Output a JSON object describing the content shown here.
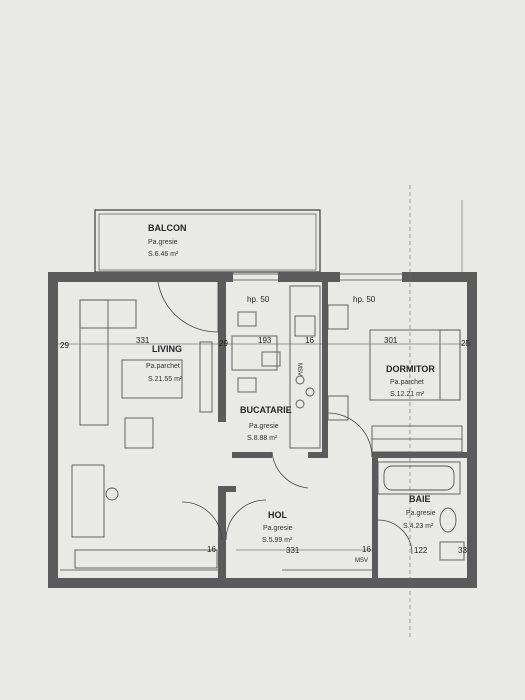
{
  "rooms": {
    "balcon": {
      "name": "BALCON",
      "finish": "Pa.gresie",
      "area": "S.6.46 m²"
    },
    "living": {
      "name": "LIVING",
      "finish": "Pa.parchet",
      "area": "S.21.55 m²"
    },
    "bucatarie": {
      "name": "BUCATARIE",
      "finish": "Pa.gresie",
      "area": "S.8.88 m²"
    },
    "dormitor": {
      "name": "DORMITOR",
      "finish": "Pa.parchet",
      "area": "S.12.21 m²"
    },
    "baie": {
      "name": "BAIE",
      "finish": "Pa.gresie",
      "area": "S.4.23 m²"
    },
    "hol": {
      "name": "HOL",
      "finish": "Pa.gresie",
      "area": "S.5.99 m²"
    }
  },
  "dimensions": {
    "d29_left": "29",
    "d331_living": "331",
    "d29_mid": "29",
    "d193_kitchen": "193",
    "d16_kitchen": "16",
    "d301_bed": "301",
    "d25_right": "25",
    "hp_kitchen": "hp. 50",
    "hp_bed": "hp. 50",
    "d16_hall_left": "16",
    "d331_hall": "331",
    "d16_hall_right": "16",
    "d122_bath": "122",
    "d33_right": "33",
    "msv_kitchen": "MSV",
    "msv_hall": "MSV"
  }
}
